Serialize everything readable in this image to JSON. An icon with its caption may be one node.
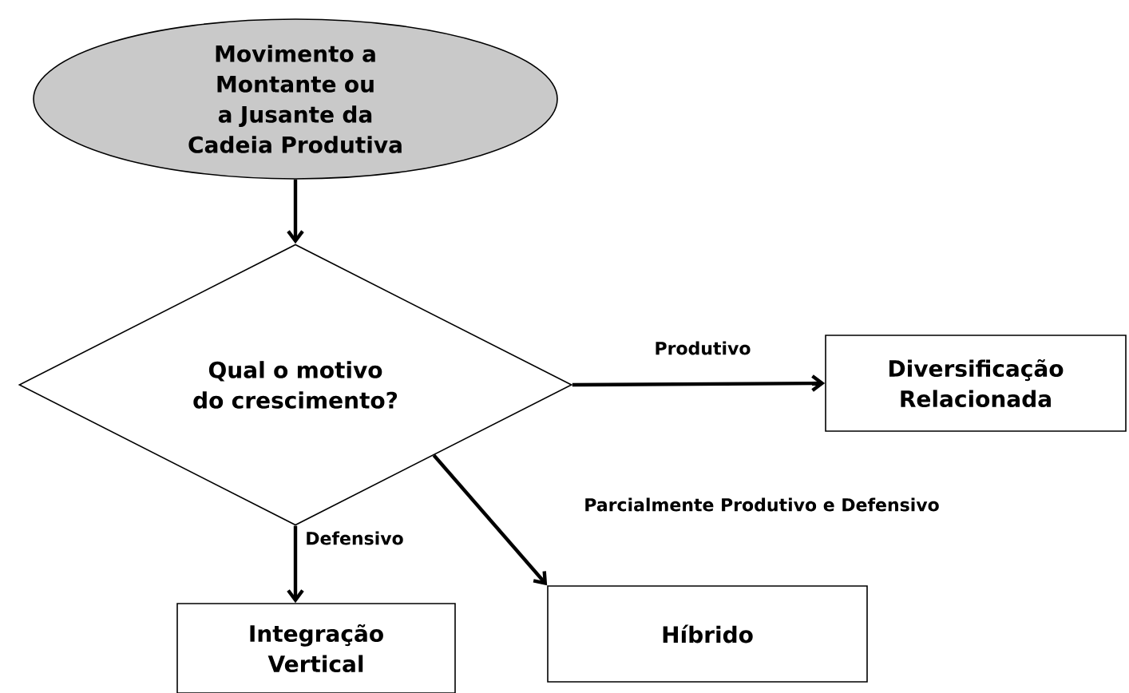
{
  "diagram": {
    "nodes": [
      {
        "text": [
          "Movimento a Montante ou a Jusante da Cadeia Produtiva"
        ]
      },
      {
        "text": [
          "Qual o motivo do crescimento?"
        ]
      },
      {
        "text": [
          "Diversificação Relacionada"
        ]
      },
      {
        "text": [
          "Integração Vertical"
        ]
      },
      {
        "text": [
          "Híbrido"
        ]
      }
    ],
    "edges": [
      {
        "from": 0,
        "to": 1,
        "arrow": "to"
      },
      {
        "from": 1,
        "to": 2,
        "arrow": "to",
        "label": "Produtivo"
      },
      {
        "from": 1,
        "to": 3,
        "arrow": "to",
        "label": "Defensivo"
      },
      {
        "from": 1,
        "to": 4,
        "arrow": "to",
        "label": "Parcialmente Produtivo e Defensivo"
      }
    ]
  }
}
